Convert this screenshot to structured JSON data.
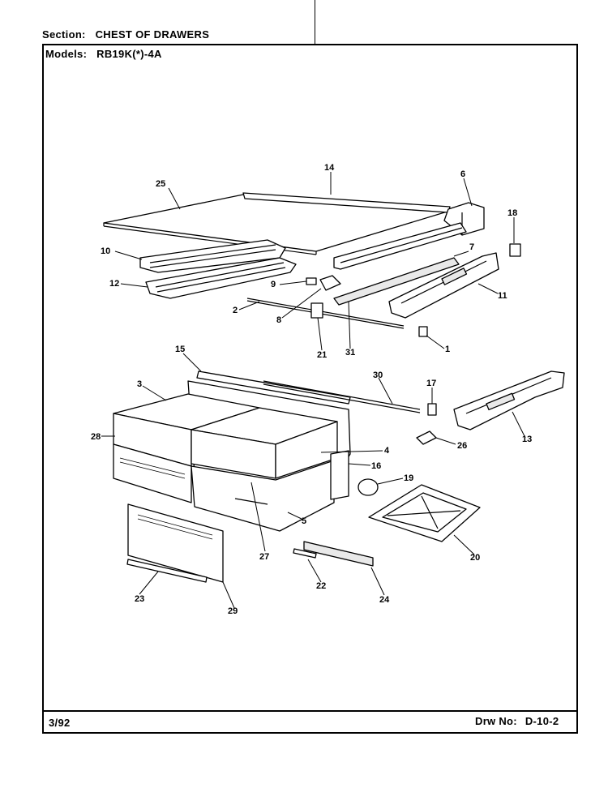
{
  "header": {
    "section_label": "Section:",
    "section_value": "CHEST OF DRAWERS",
    "models_label": "Models:",
    "models_value": "RB19K(*)-4A"
  },
  "footer": {
    "date": "3/92",
    "drawing_label": "Drw No:",
    "drawing_number": "D-10-2"
  },
  "callouts": [
    "25",
    "14",
    "6",
    "18",
    "10",
    "7",
    "12",
    "9",
    "2",
    "8",
    "11",
    "21",
    "31",
    "1",
    "15",
    "30",
    "3",
    "17",
    "28",
    "4",
    "16",
    "19",
    "13",
    "26",
    "27",
    "5",
    "20",
    "23",
    "29",
    "22",
    "24"
  ]
}
